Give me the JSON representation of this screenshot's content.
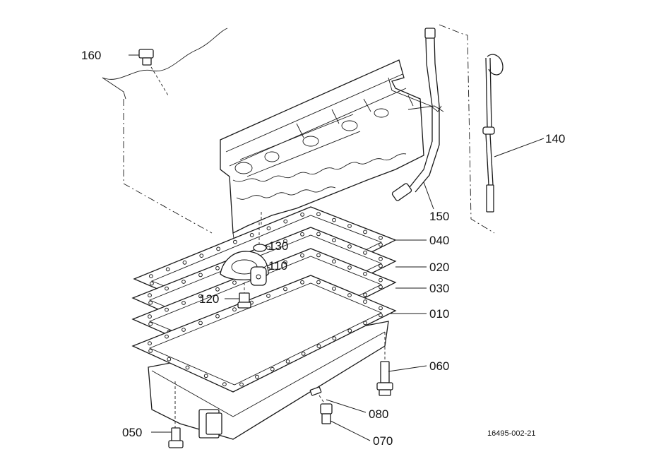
{
  "diagram": {
    "callouts": [
      {
        "id": "160",
        "label": "160"
      },
      {
        "id": "140",
        "label": "140"
      },
      {
        "id": "150",
        "label": "150"
      },
      {
        "id": "130",
        "label": "130"
      },
      {
        "id": "110",
        "label": "110"
      },
      {
        "id": "040",
        "label": "040"
      },
      {
        "id": "020",
        "label": "020"
      },
      {
        "id": "030",
        "label": "030"
      },
      {
        "id": "120",
        "label": "120"
      },
      {
        "id": "010",
        "label": "010"
      },
      {
        "id": "060",
        "label": "060"
      },
      {
        "id": "080",
        "label": "080"
      },
      {
        "id": "050",
        "label": "050"
      },
      {
        "id": "070",
        "label": "070"
      }
    ],
    "reference_code": "16495-002-21"
  }
}
